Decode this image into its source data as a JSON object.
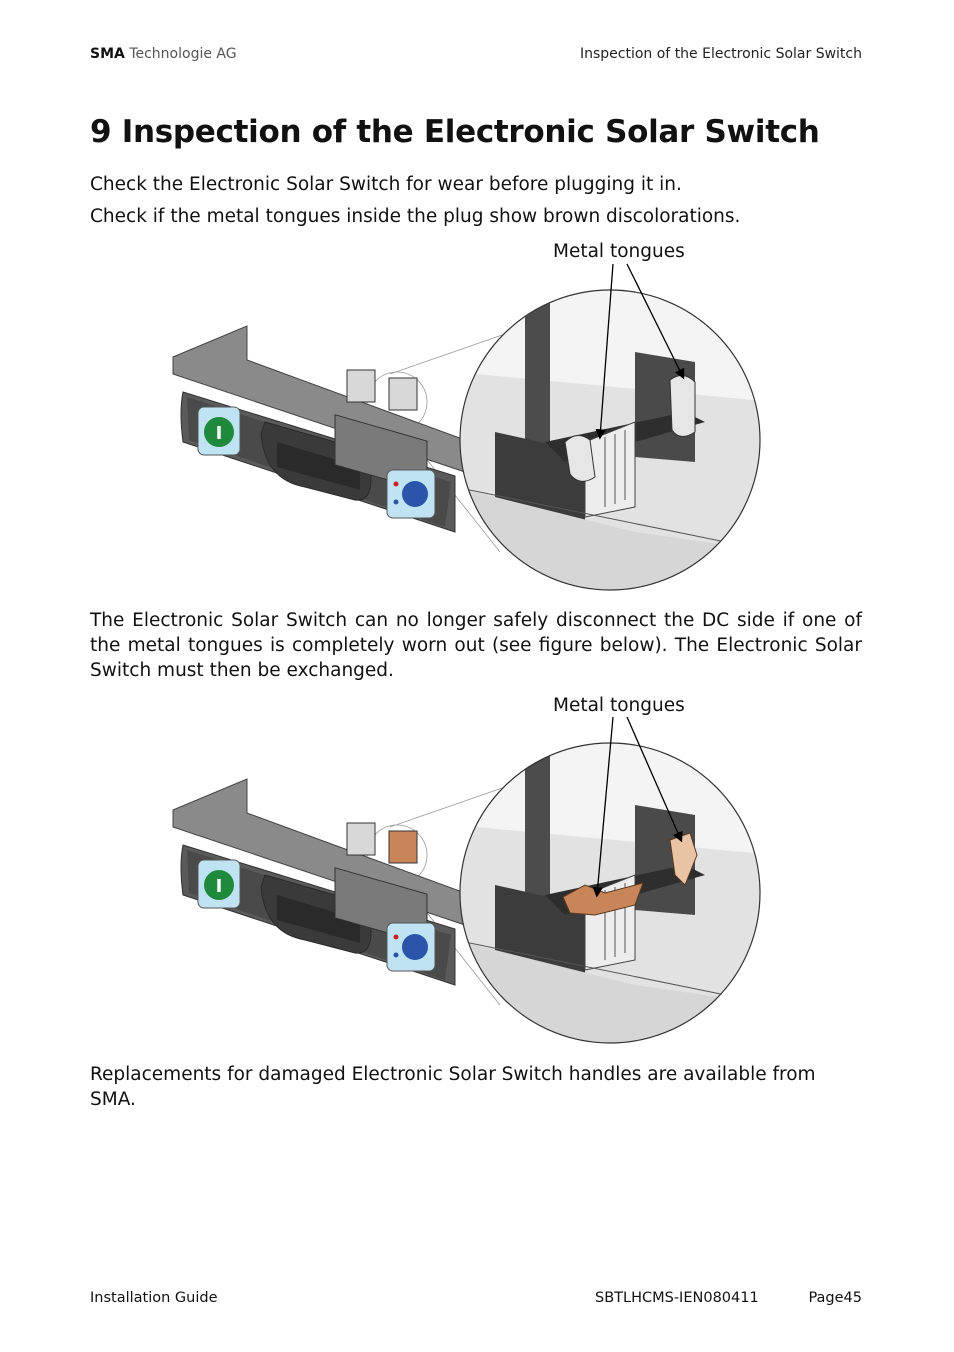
{
  "header": {
    "company_bold": "SMA",
    "company_rest": "Technologie AG",
    "section": "Inspection of the Electronic Solar Switch"
  },
  "title": "9 Inspection of the Electronic Solar Switch",
  "paragraphs": {
    "p1": "Check the Electronic Solar Switch for wear before plugging it in.",
    "p2": "Check if the metal tongues inside the plug show brown discolorations.",
    "p3": "The Electronic Solar Switch can no longer safely disconnect the DC side if one of the metal tongues is completely worn out (see figure below). The Electronic Solar Switch must then be exchanged.",
    "p4": "Replacements for damaged Electronic Solar Switch handles are available from SMA."
  },
  "figures": {
    "fig1": {
      "callout": "Metal tongues",
      "state": "intact"
    },
    "fig2": {
      "callout": "Metal tongues",
      "state": "worn"
    }
  },
  "switch_label": "I",
  "colors": {
    "switch_body": "#666666",
    "green_button": "#1f8a3b",
    "blue_button": "#2a55a8",
    "tongue_worn": "#c8855a",
    "tongue_clean": "#e6e6e6"
  },
  "footer": {
    "left": "Installation Guide",
    "doc_id": "SBTLHCMS-IEN080411",
    "page": "Page45"
  }
}
